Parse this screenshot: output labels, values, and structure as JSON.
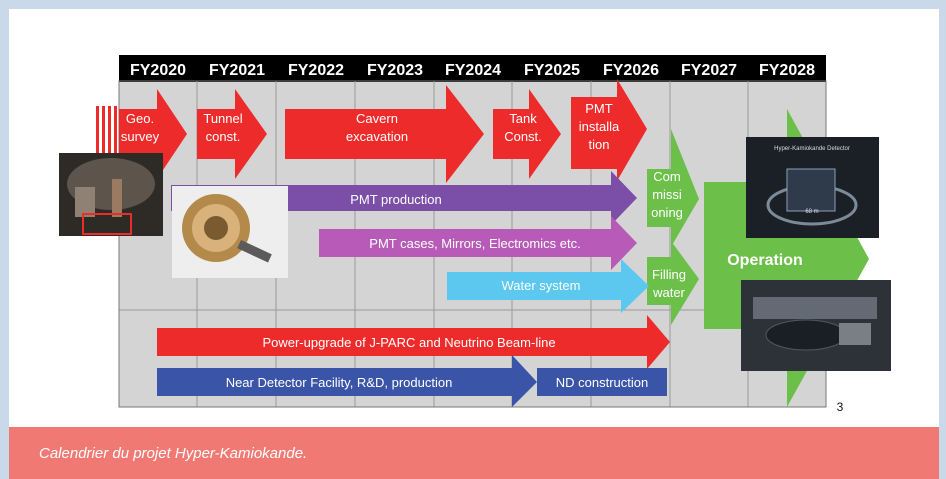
{
  "years": [
    "FY2020",
    "FY2021",
    "FY2022",
    "FY2023",
    "FY2024",
    "FY2025",
    "FY2026",
    "FY2027",
    "FY2028"
  ],
  "tasks": {
    "geo_survey": [
      "Geo.",
      "survey"
    ],
    "tunnel": [
      "Tunnel",
      "const."
    ],
    "cavern": [
      "Cavern",
      "excavation"
    ],
    "tank": [
      "Tank",
      "Const."
    ],
    "pmt_install": [
      "PMT",
      "installa",
      "tion"
    ],
    "commissioning": [
      "Com",
      "missi",
      "oning"
    ],
    "filling": [
      "Filling",
      "water"
    ],
    "operation": "Operation",
    "pmt_production": "PMT production",
    "pmt_cases": "PMT cases, Mirrors, Electromics etc.",
    "water_system": "Water system",
    "power_upgrade": "Power-upgrade of J-PARC and Neutrino Beam-line",
    "near_detector": "Near Detector Facility, R&D, production",
    "nd_construction": "ND construction"
  },
  "photos": {
    "detector_title": "Hyper-Kamiokande Detector",
    "detector_dim": "68 m"
  },
  "page_number": "3",
  "caption": "Calendrier du projet Hyper-Kamiokande.",
  "colors": {
    "red": "#ee2b2b",
    "purple": "#7b4fa8",
    "magenta": "#b85ab8",
    "cyan": "#5cc8f0",
    "green": "#6cc04a",
    "blue": "#3a55a8",
    "caption_bg": "#f07a73"
  }
}
